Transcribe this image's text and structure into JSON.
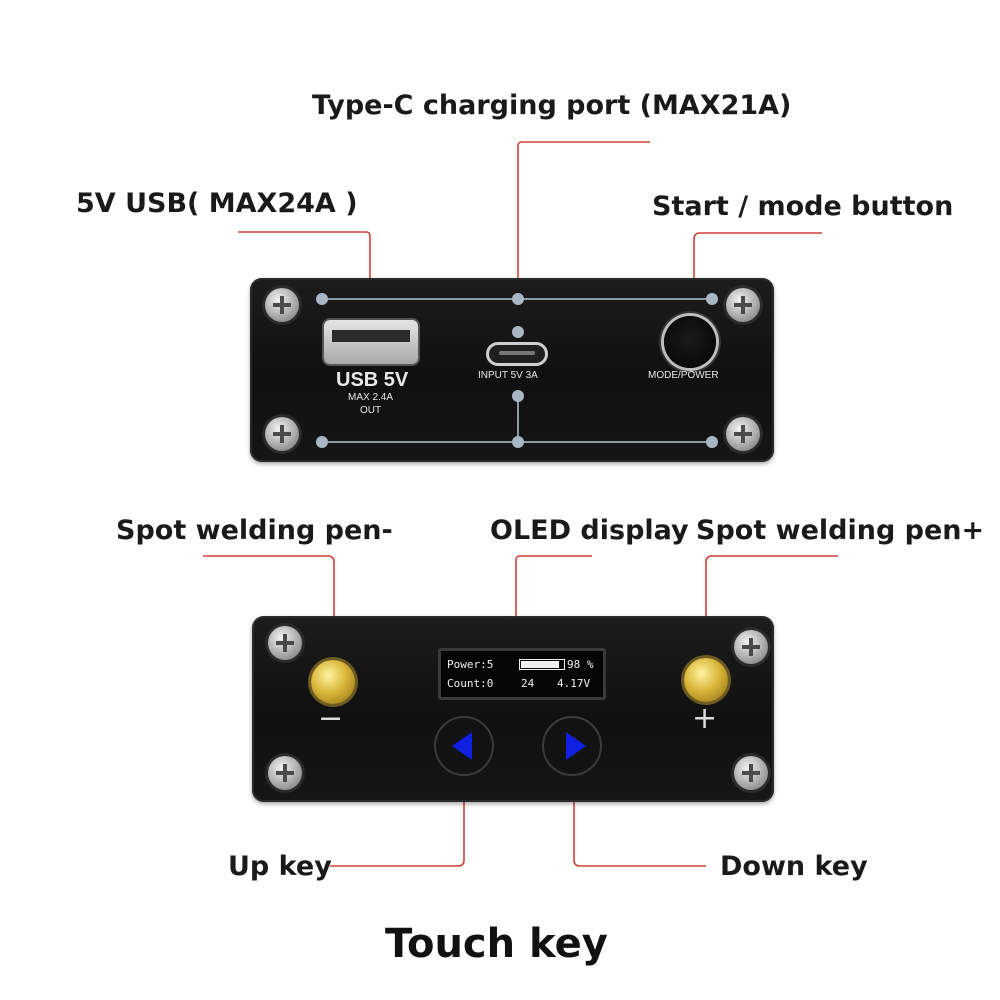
{
  "callouts": {
    "type_c": "Type-C charging port (MAX21A)",
    "usb_5v": "5V USB( MAX24A )",
    "start_mode": "Start / mode button",
    "pen_minus": "Spot welding pen-",
    "oled": "OLED display",
    "pen_plus": "Spot welding pen+",
    "up_key": "Up key",
    "down_key": "Down key"
  },
  "top_panel": {
    "usb_label": "USB 5V",
    "usb_max": "MAX 2.4A",
    "usb_out": "OUT",
    "input_label": "INPUT  5V 3A",
    "mode_label": "MODE/POWER"
  },
  "bottom_panel": {
    "minus_sign": "−",
    "plus_sign": "+",
    "oled": {
      "power_label": "Power:5",
      "battery_level": 0.9,
      "battery_percent": "98 %",
      "count_label": "Count:0",
      "value": "24",
      "voltage": "4.17V"
    }
  },
  "footer": {
    "title": "Touch key"
  },
  "colors": {
    "leader_line": "#d0413a",
    "arrow_blue": "#1020e0",
    "panel": "#151515"
  },
  "icons": {
    "up": "triangle-left-icon",
    "down": "triangle-right-icon"
  }
}
